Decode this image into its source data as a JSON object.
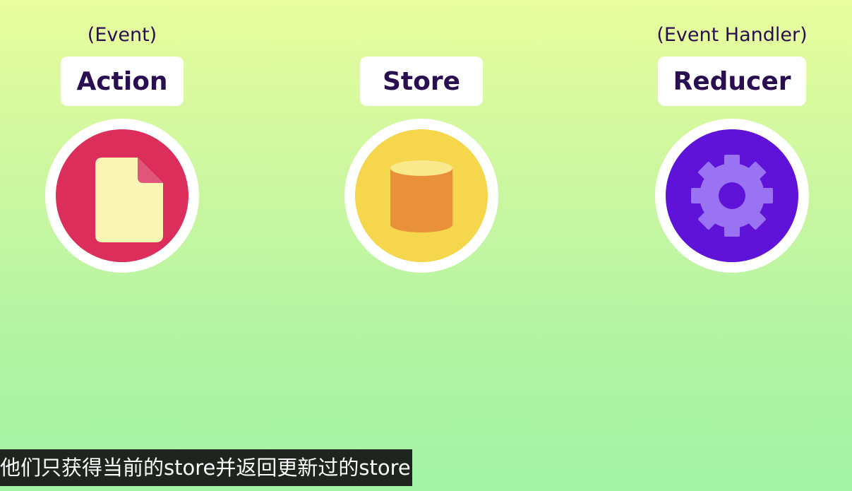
{
  "colors": {
    "background_top": "#e9fd9e",
    "background_bottom": "#a3f3a6",
    "label_text": "#2a0e52",
    "action_disc": "#dc2e5b",
    "store_disc": "#f6d64c",
    "reducer_disc": "#5f13d8",
    "subtitle_bg": "#1f241f"
  },
  "nodes": [
    {
      "caption": "(Event)",
      "label": "Action",
      "icon": "document-icon"
    },
    {
      "caption": "",
      "label": "Store",
      "icon": "database-icon"
    },
    {
      "caption": "(Event Handler)",
      "label": "Reducer",
      "icon": "gear-icon"
    }
  ],
  "subtitle": "他们只获得当前的store并返回更新过的store"
}
